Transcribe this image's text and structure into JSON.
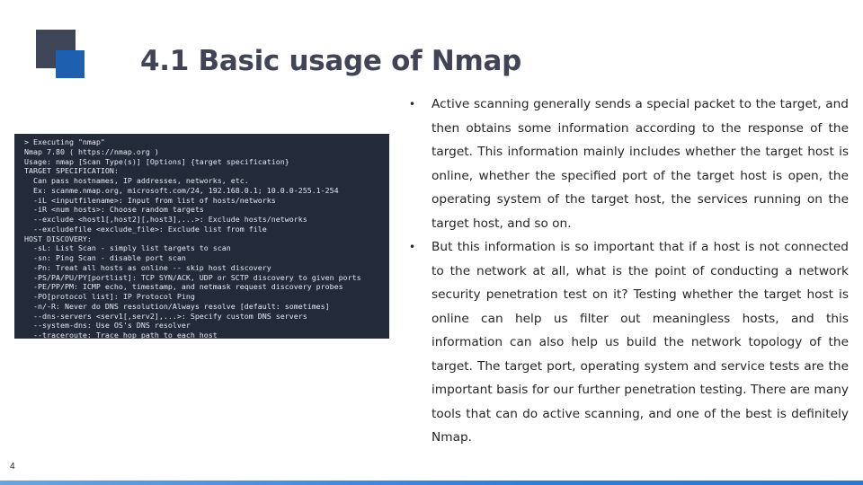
{
  "slide": {
    "title": "4.1 Basic usage of Nmap",
    "page_number": "4"
  },
  "terminal": {
    "lines": [
      "> Executing \"nmap\"",
      "Nmap 7.80 ( https://nmap.org )",
      "Usage: nmap [Scan Type(s)] [Options] {target specification}",
      "TARGET SPECIFICATION:",
      "  Can pass hostnames, IP addresses, networks, etc.",
      "  Ex: scanme.nmap.org, microsoft.com/24, 192.168.0.1; 10.0.0-255.1-254",
      "  -iL <inputfilename>: Input from list of hosts/networks",
      "  -iR <num hosts>: Choose random targets",
      "  --exclude <host1[,host2][,host3],...>: Exclude hosts/networks",
      "  --excludefile <exclude_file>: Exclude list from file",
      "HOST DISCOVERY:",
      "  -sL: List Scan - simply list targets to scan",
      "  -sn: Ping Scan - disable port scan",
      "  -Pn: Treat all hosts as online -- skip host discovery",
      "  -PS/PA/PU/PY[portlist]: TCP SYN/ACK, UDP or SCTP discovery to given ports",
      "  -PE/PP/PM: ICMP echo, timestamp, and netmask request discovery probes",
      "  -PO[protocol list]: IP Protocol Ping",
      "  -n/-R: Never do DNS resolution/Always resolve [default: sometimes]",
      "  --dns-servers <serv1[,serv2],...>: Specify custom DNS servers",
      "  --system-dns: Use OS's DNS resolver",
      "  --traceroute: Trace hop path to each host"
    ]
  },
  "bullets": [
    {
      "marker": "•",
      "text": "Active scanning generally sends a special packet to the target, and then obtains some information according to the response of the target. This information mainly includes whether the target host is online, whether the specified port of the target host is open, the operating system of the target host, the services running on the target host, and so on."
    },
    {
      "marker": "•",
      "text": "But this information is so important that if a host is not connected to the network at all, what is the point of conducting a network security penetration test on it? Testing whether the target host is online can help us filter out meaningless hosts, and this information can also help us build the network topology of the target. The target port, operating system and service tests are the important basis for our further penetration testing. There are many tools that can do active scanning, and one of the best is definitely Nmap."
    }
  ],
  "colors": {
    "title": "#3f4556",
    "logo_dark": "#3f4556",
    "logo_blue": "#1f5fb0",
    "terminal_bg": "#232a3a",
    "bottom_bar": "#2f7fd6"
  }
}
